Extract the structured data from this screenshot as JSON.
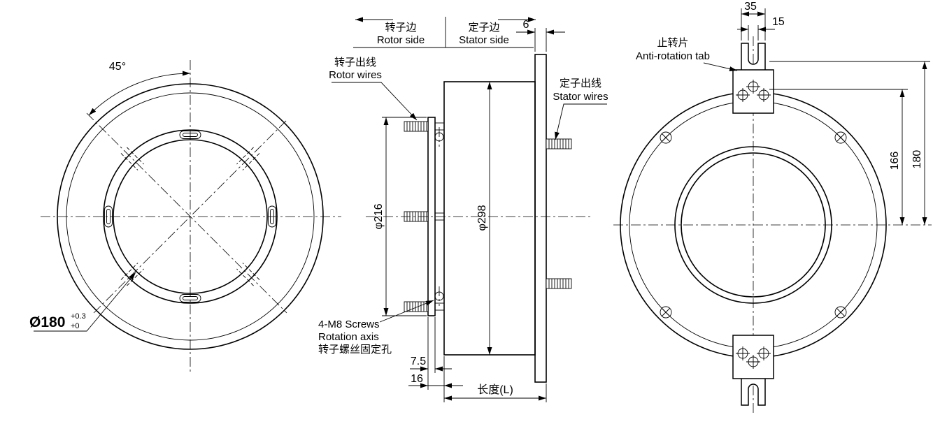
{
  "left_view": {
    "angle": "45°",
    "bore_diameter": "Ø180",
    "tol_upper": "+0.3",
    "tol_lower": "+0"
  },
  "middle_view": {
    "rotor_side_cn": "转子边",
    "rotor_side_en": "Rotor side",
    "stator_side_cn": "定子边",
    "stator_side_en": "Stator side",
    "flange_thickness": "6",
    "rotor_wires_cn": "转子出线",
    "rotor_wires_en": "Rotor wires",
    "stator_wires_cn": "定子出线",
    "stator_wires_en": "Stator wires",
    "rotor_flange_dia": "φ216",
    "body_dia": "φ298",
    "screws_en1": "4-M8 Screws",
    "screws_en2": "Rotation axis",
    "screws_cn": "转子螺丝固定孔",
    "dim_7_5": "7.5",
    "dim_16": "16",
    "length": "长度(L)"
  },
  "right_view": {
    "dim_35": "35",
    "dim_15": "15",
    "tab_cn": "止转片",
    "tab_en": "Anti-rotation tab",
    "dim_166": "166",
    "dim_180": "180"
  }
}
